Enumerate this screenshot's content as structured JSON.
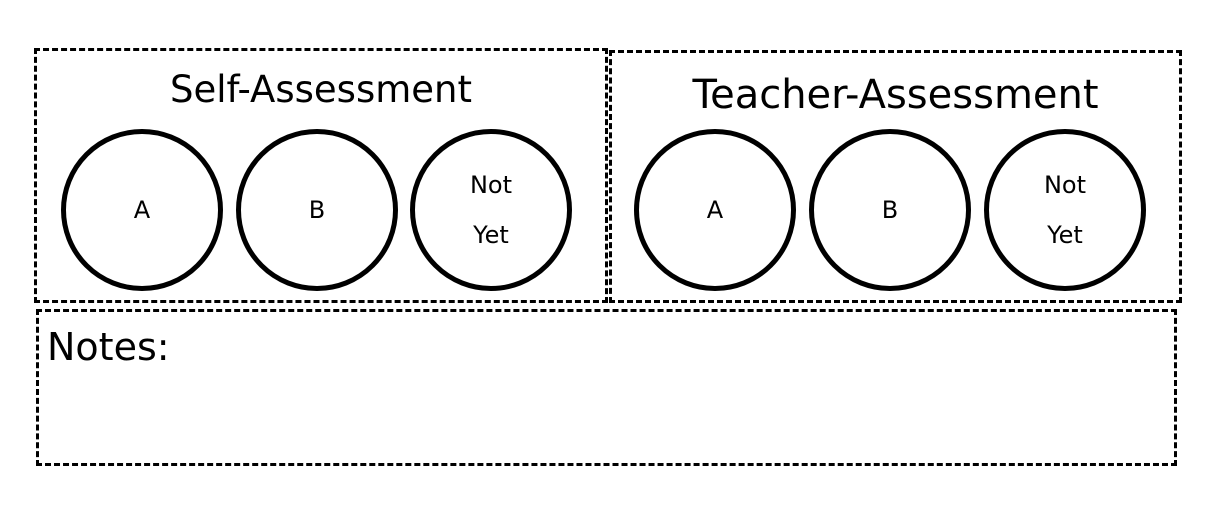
{
  "self_assessment": {
    "title": "Self-Assessment",
    "options": [
      {
        "label": "A"
      },
      {
        "label": "B"
      },
      {
        "label": "Not Yet"
      }
    ]
  },
  "teacher_assessment": {
    "title": "Teacher-Assessment",
    "options": [
      {
        "label": "A"
      },
      {
        "label": "B"
      },
      {
        "label": "Not Yet"
      }
    ]
  },
  "notes": {
    "label": "Notes:"
  }
}
